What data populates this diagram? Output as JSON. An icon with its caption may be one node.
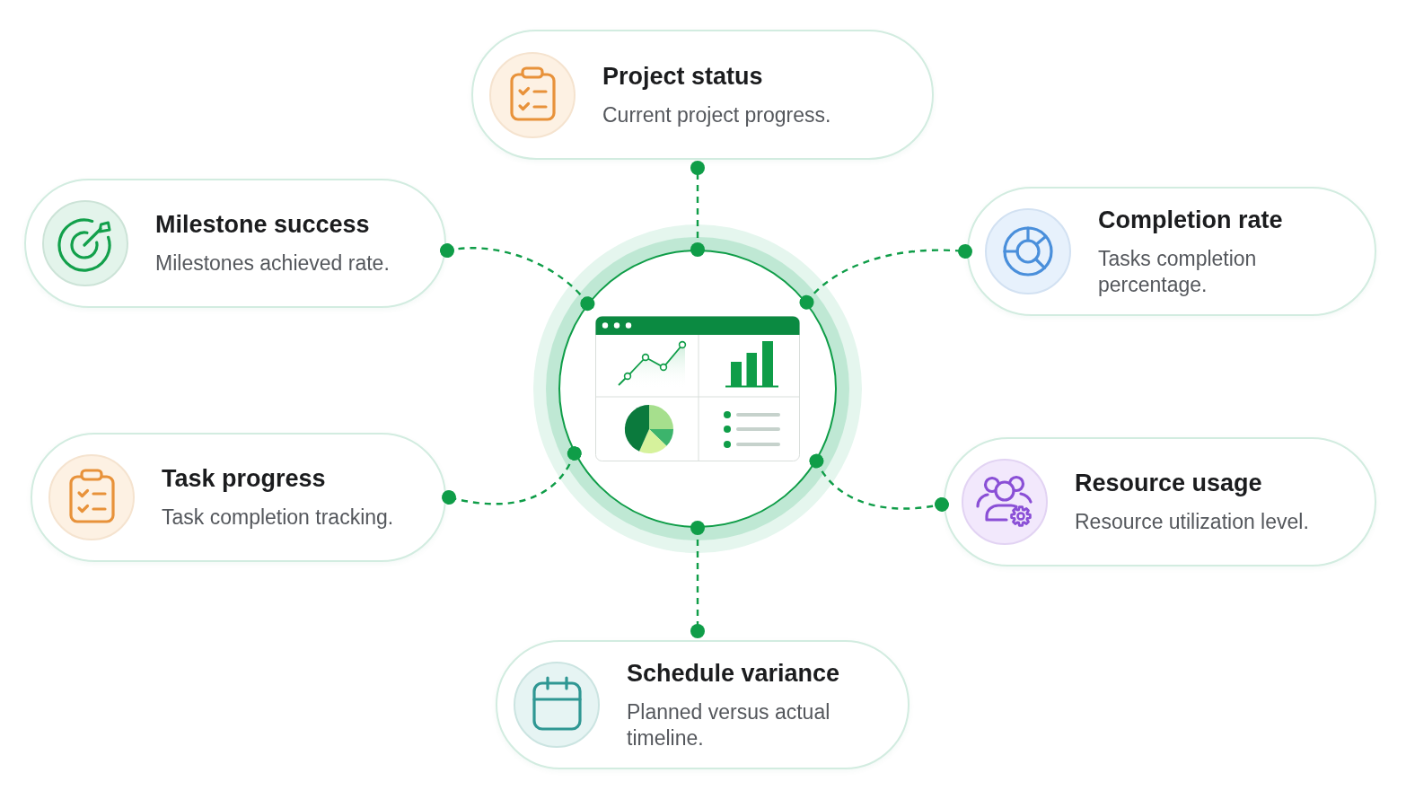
{
  "diagram": {
    "nodes": [
      {
        "text": [
          "Project status",
          "Current project progress."
        ]
      },
      {
        "text": [
          "Milestone success",
          "Milestones achieved rate."
        ]
      },
      {
        "text": [
          "Completion rate",
          "Tasks completion percentage."
        ]
      },
      {
        "text": [],
        "shape": "circle"
      },
      {
        "text": [
          "Task progress",
          "Task completion tracking."
        ]
      },
      {
        "text": [
          "Resource usage",
          "Resource utilization level."
        ]
      },
      {
        "text": [
          "Schedule variance",
          "Planned versus actual timeline."
        ]
      }
    ],
    "edges": [
      {
        "from": 3,
        "to": 0,
        "arrow": "other",
        "style": "dashed"
      },
      {
        "from": 3,
        "to": 1,
        "arrow": "other",
        "style": "dashed"
      },
      {
        "from": 3,
        "to": 2,
        "arrow": "other",
        "style": "dashed"
      },
      {
        "from": 3,
        "to": 4,
        "arrow": "other",
        "style": "dashed"
      },
      {
        "from": 3,
        "to": 5,
        "arrow": "other",
        "style": "dashed"
      },
      {
        "from": 3,
        "to": 6,
        "arrow": "other",
        "style": "dashed"
      }
    ]
  }
}
